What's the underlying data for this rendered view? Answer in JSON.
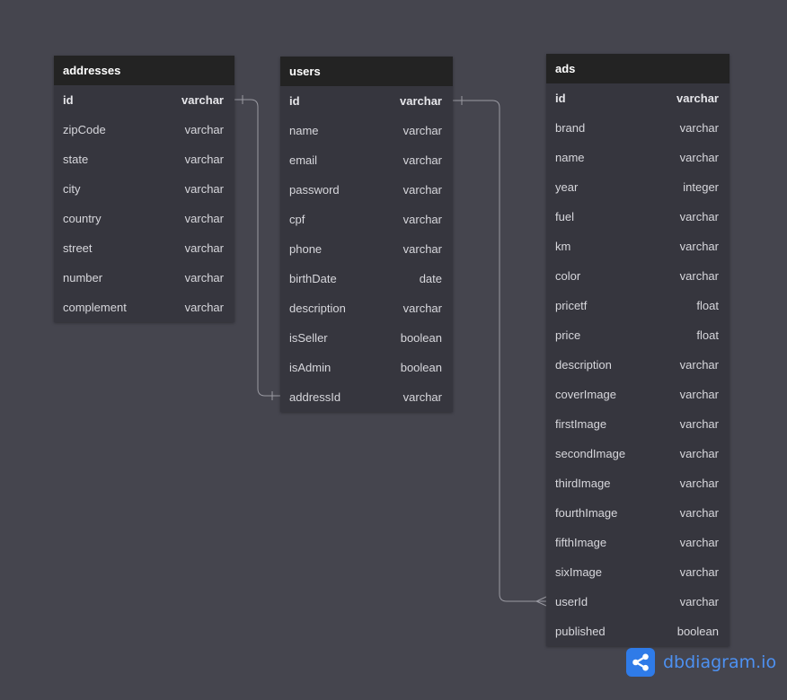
{
  "tables": {
    "addresses": {
      "name": "addresses",
      "fields": [
        {
          "name": "id",
          "type": "varchar"
        },
        {
          "name": "zipCode",
          "type": "varchar"
        },
        {
          "name": "state",
          "type": "varchar"
        },
        {
          "name": "city",
          "type": "varchar"
        },
        {
          "name": "country",
          "type": "varchar"
        },
        {
          "name": "street",
          "type": "varchar"
        },
        {
          "name": "number",
          "type": "varchar"
        },
        {
          "name": "complement",
          "type": "varchar"
        }
      ]
    },
    "users": {
      "name": "users",
      "fields": [
        {
          "name": "id",
          "type": "varchar"
        },
        {
          "name": "name",
          "type": "varchar"
        },
        {
          "name": "email",
          "type": "varchar"
        },
        {
          "name": "password",
          "type": "varchar"
        },
        {
          "name": "cpf",
          "type": "varchar"
        },
        {
          "name": "phone",
          "type": "varchar"
        },
        {
          "name": "birthDate",
          "type": "date"
        },
        {
          "name": "description",
          "type": "varchar"
        },
        {
          "name": "isSeller",
          "type": "boolean"
        },
        {
          "name": "isAdmin",
          "type": "boolean"
        },
        {
          "name": "addressId",
          "type": "varchar"
        }
      ]
    },
    "ads": {
      "name": "ads",
      "fields": [
        {
          "name": "id",
          "type": "varchar"
        },
        {
          "name": "brand",
          "type": "varchar"
        },
        {
          "name": "name",
          "type": "varchar"
        },
        {
          "name": "year",
          "type": "integer"
        },
        {
          "name": "fuel",
          "type": "varchar"
        },
        {
          "name": "km",
          "type": "varchar"
        },
        {
          "name": "color",
          "type": "varchar"
        },
        {
          "name": "pricetf",
          "type": "float"
        },
        {
          "name": "price",
          "type": "float"
        },
        {
          "name": "description",
          "type": "varchar"
        },
        {
          "name": "coverImage",
          "type": "varchar"
        },
        {
          "name": "firstImage",
          "type": "varchar"
        },
        {
          "name": "secondImage",
          "type": "varchar"
        },
        {
          "name": "thirdImage",
          "type": "varchar"
        },
        {
          "name": "fourthImage",
          "type": "varchar"
        },
        {
          "name": "fifthImage",
          "type": "varchar"
        },
        {
          "name": "sixImage",
          "type": "varchar"
        },
        {
          "name": "userId",
          "type": "varchar"
        },
        {
          "name": "published",
          "type": "boolean"
        }
      ]
    }
  },
  "relations": [
    {
      "from": "addresses.id",
      "to": "users.addressId",
      "type": "one-to-one"
    },
    {
      "from": "users.id",
      "to": "ads.userId",
      "type": "one-to-many"
    }
  ],
  "branding": {
    "logo_text": "dbdiagram.io",
    "icon": "share-nodes-icon",
    "color": "#2f7be8"
  }
}
